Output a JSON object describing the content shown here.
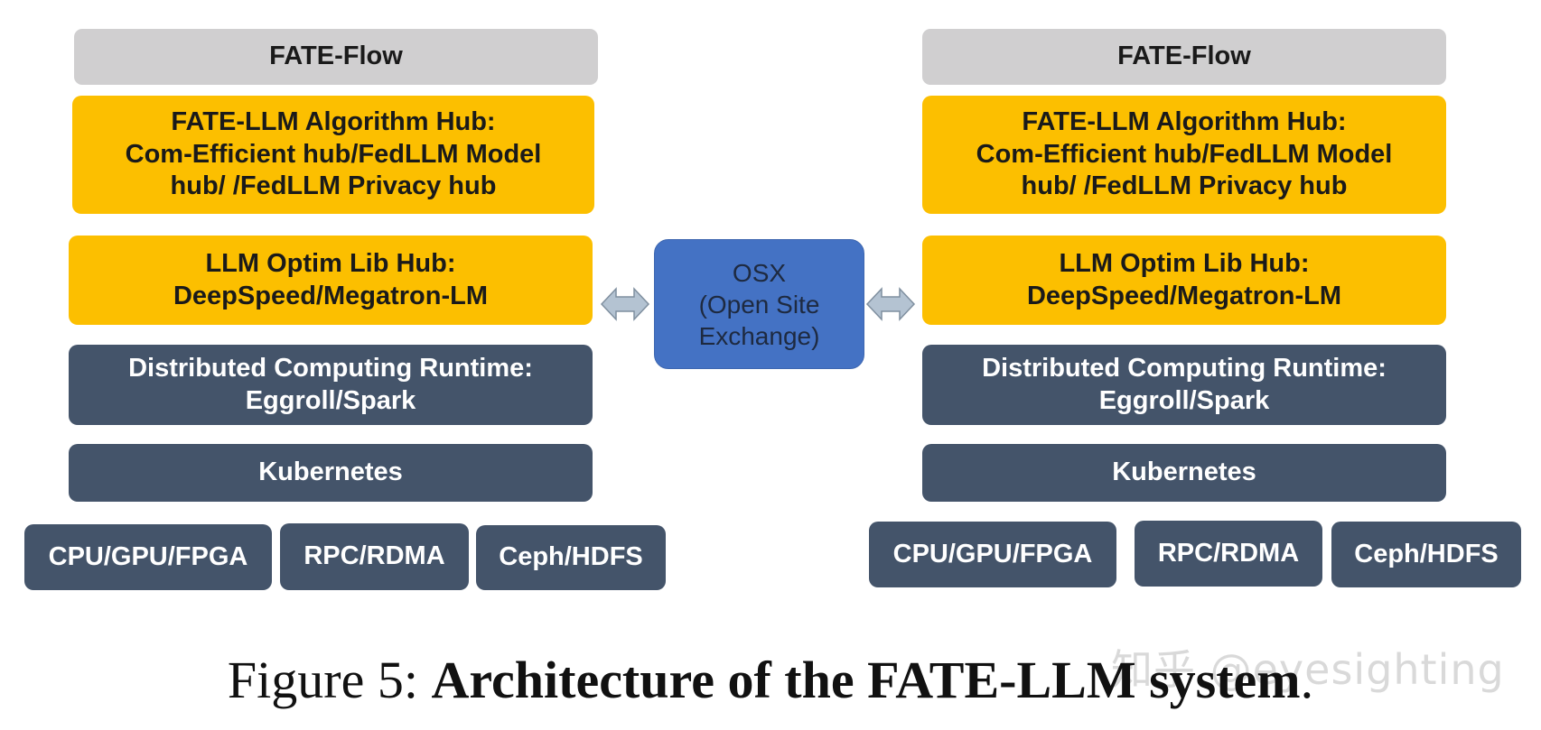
{
  "left_stack": {
    "fate_flow": "FATE-Flow",
    "algorithm_hub": [
      "FATE-LLM Algorithm Hub:",
      "Com-Efficient hub/FedLLM Model",
      "hub/ /FedLLM Privacy hub"
    ],
    "optim_lib_hub": [
      "LLM Optim Lib Hub:",
      "DeepSpeed/Megatron-LM"
    ],
    "runtime": [
      "Distributed Computing Runtime:",
      "Eggroll/Spark"
    ],
    "kubernetes": "Kubernetes",
    "hardware": [
      "CPU/GPU/FPGA",
      "RPC/RDMA",
      "Ceph/HDFS"
    ]
  },
  "right_stack": {
    "fate_flow": "FATE-Flow",
    "algorithm_hub": [
      "FATE-LLM Algorithm Hub:",
      "Com-Efficient hub/FedLLM Model",
      "hub/ /FedLLM Privacy hub"
    ],
    "optim_lib_hub": [
      "LLM Optim Lib Hub:",
      "DeepSpeed/Megatron-LM"
    ],
    "runtime": [
      "Distributed Computing Runtime:",
      "Eggroll/Spark"
    ],
    "kubernetes": "Kubernetes",
    "hardware": [
      "CPU/GPU/FPGA",
      "RPC/RDMA",
      "Ceph/HDFS"
    ]
  },
  "osx": [
    "OSX",
    "(Open Site",
    "Exchange)"
  ],
  "caption": {
    "label": "Figure 5: ",
    "title": "Architecture of the FATE-LLM system",
    "end": "."
  },
  "watermark": "知乎 @eyesighting",
  "colors": {
    "grey": "#d0cfd0",
    "gold": "#fcbf00",
    "slate": "#44546a",
    "osx_blue": "#4472c4",
    "arrow": "#b4c3d2"
  },
  "icons": {
    "bidirectional_arrow": "double-headed-arrow-icon"
  }
}
